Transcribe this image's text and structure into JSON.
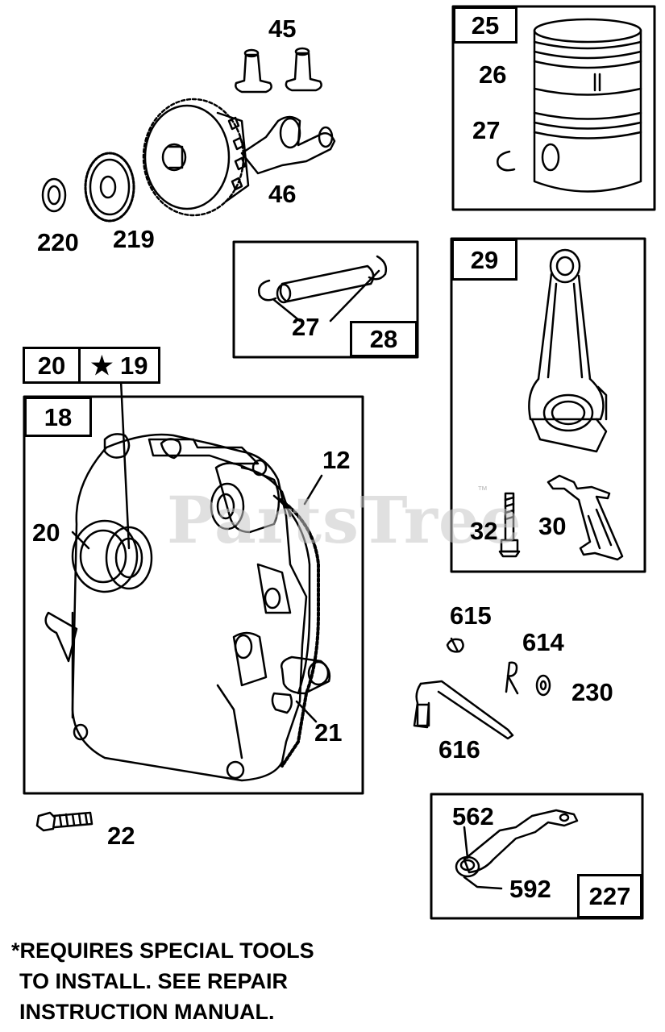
{
  "watermark": {
    "text": "PartsTree",
    "tm": "™"
  },
  "labels": {
    "p45": "45",
    "p46": "46",
    "p220": "220",
    "p219": "219",
    "p26": "26",
    "p27a": "27",
    "p27b": "27",
    "p12": "12",
    "p20": "20",
    "p32": "32",
    "p30": "30",
    "p615": "615",
    "p614": "614",
    "p230": "230",
    "p21": "21",
    "p616": "616",
    "p22": "22",
    "p562": "562",
    "p592": "592"
  },
  "boxes": {
    "b25": "25",
    "b28": "28",
    "b29": "29",
    "b20": "20",
    "b19": "★ 19",
    "b18": "18",
    "b227": "227"
  },
  "note": {
    "line1": "*REQUIRES SPECIAL TOOLS",
    "line2": "TO INSTALL. SEE REPAIR",
    "line3": "INSTRUCTION MANUAL."
  }
}
